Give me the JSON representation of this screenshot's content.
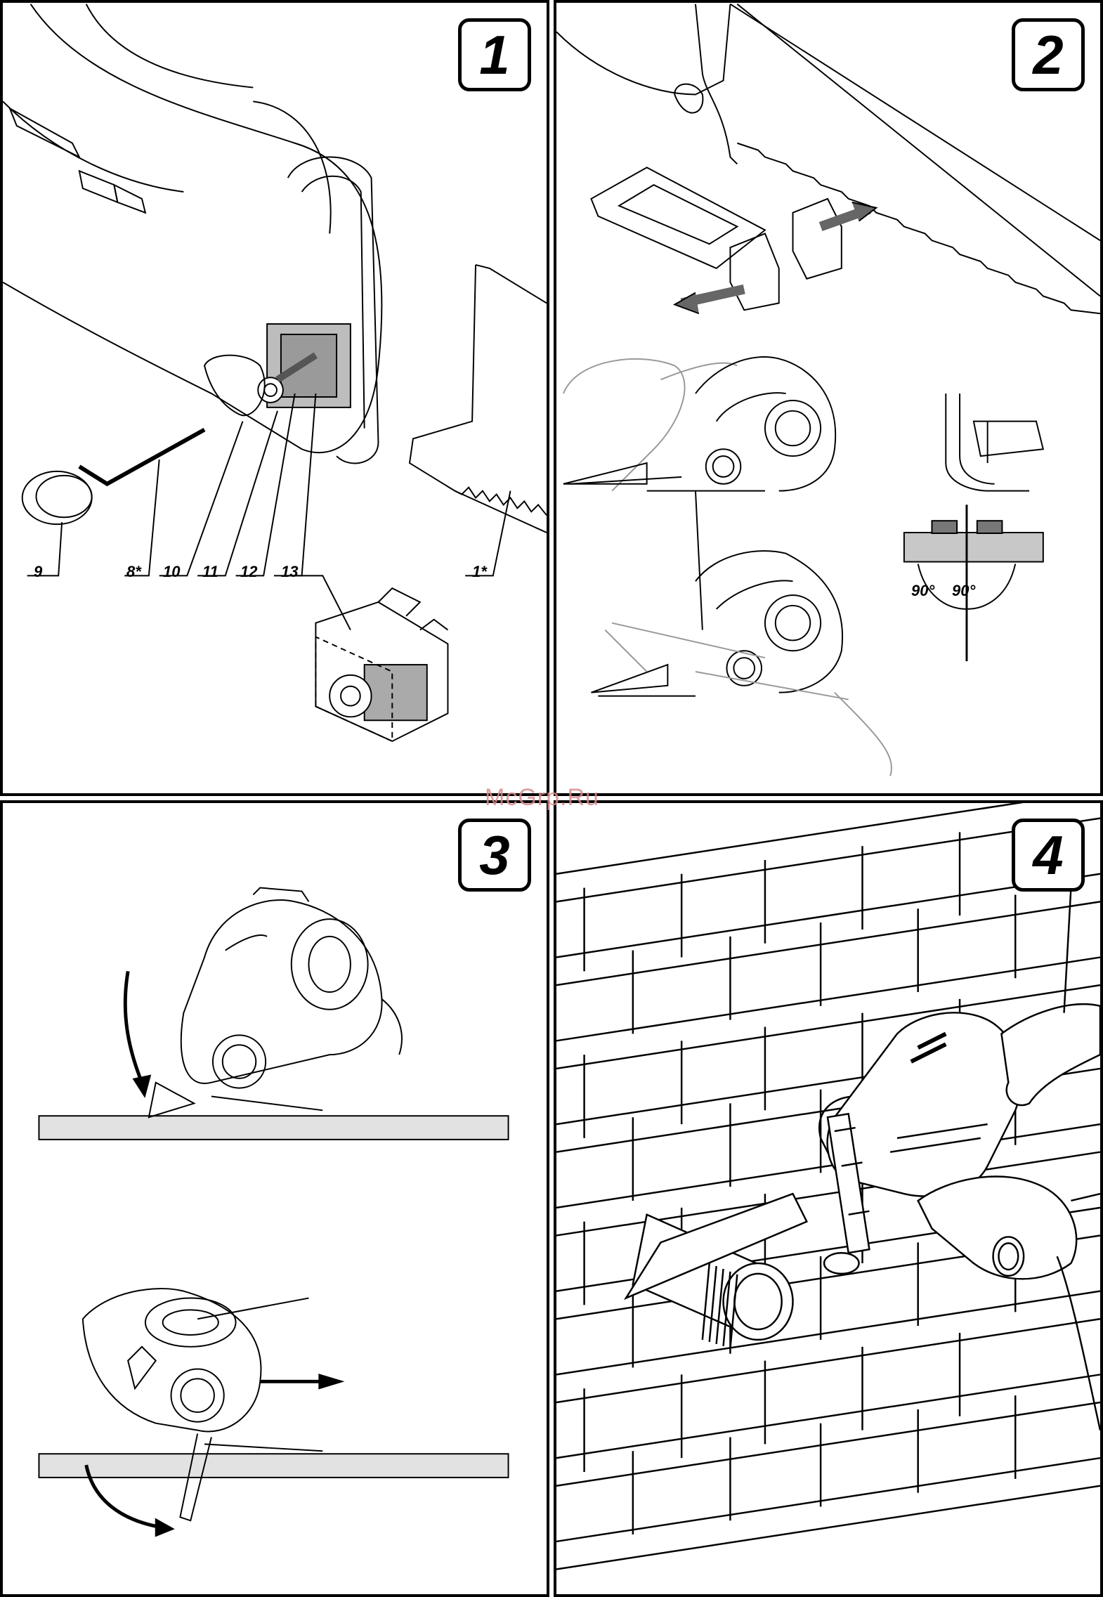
{
  "panels": [
    {
      "number": "1"
    },
    {
      "number": "2"
    },
    {
      "number": "3"
    },
    {
      "number": "4"
    }
  ],
  "callouts": {
    "c9": "9",
    "c8": "8*",
    "c10": "10",
    "c11": "11",
    "c12": "12",
    "c13": "13",
    "c1": "1*"
  },
  "angles": {
    "left": "90°",
    "right": "90°"
  },
  "watermark": "McGrp.Ru",
  "colors": {
    "line": "#000000",
    "gray_fill": "#c8c8c8",
    "watermark": "#d98a8a"
  }
}
